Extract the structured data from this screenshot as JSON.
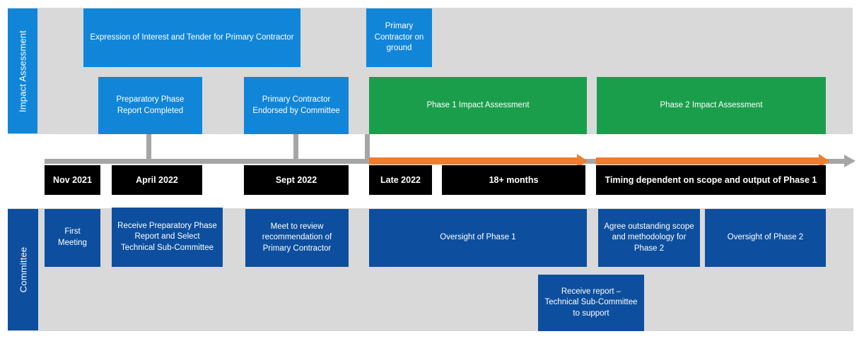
{
  "colors": {
    "light_blue": "#1186D9",
    "green": "#1B9E4B",
    "dark_blue": "#0D4F9E",
    "orange": "#ED7D31",
    "lane_gray": "#D9D9D9",
    "axis_gray": "#A6A6A6",
    "milestone_black": "#000000"
  },
  "lanes": {
    "impact": {
      "label": "Impact Assessment",
      "boxes": [
        {
          "text": "Expression of Interest and Tender for Primary Contractor"
        },
        {
          "text": "Primary Contractor on ground"
        },
        {
          "text": "Preparatory Phase Report Completed"
        },
        {
          "text": "Primary Contractor Endorsed by Committee"
        },
        {
          "text": "Phase 1 Impact Assessment"
        },
        {
          "text": "Phase 2 Impact Assessment"
        }
      ]
    },
    "committee": {
      "label": "Committee",
      "boxes": [
        {
          "text": "First Meeting"
        },
        {
          "text": "Receive Preparatory Phase Report and Select Technical Sub-Committee"
        },
        {
          "text": "Meet to review recommendation of Primary Contractor"
        },
        {
          "text": "Oversight of Phase 1"
        },
        {
          "text": "Agree outstanding scope and methodology for Phase 2"
        },
        {
          "text": "Oversight of Phase 2"
        },
        {
          "text": "Receive report – Technical Sub-Committee to support"
        }
      ]
    }
  },
  "timeline": {
    "milestones": [
      {
        "label": "Nov 2021"
      },
      {
        "label": "April 2022"
      },
      {
        "label": "Sept 2022"
      },
      {
        "label": "Late 2022"
      },
      {
        "label": "18+ months"
      },
      {
        "label": "Timing dependent on scope and output of Phase 1"
      }
    ]
  }
}
